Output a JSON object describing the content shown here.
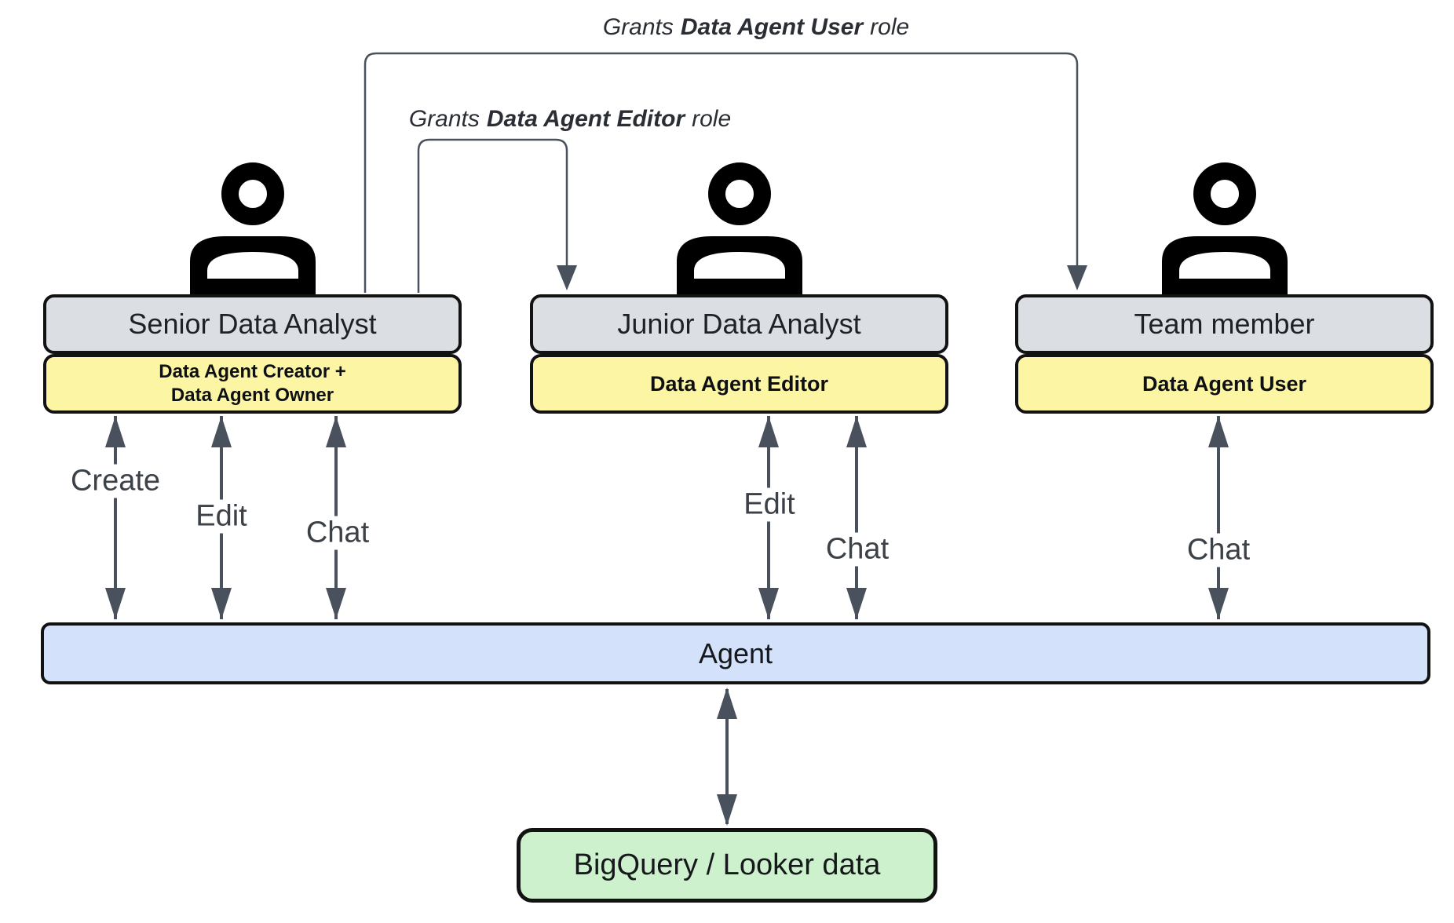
{
  "diagram": {
    "actors": [
      {
        "title": "Senior Data Analyst",
        "role_lines": [
          "Data Agent Creator +",
          "Data Agent Owner"
        ],
        "actions": [
          "Create",
          "Edit",
          "Chat"
        ]
      },
      {
        "title": "Junior Data Analyst",
        "role_lines": [
          "Data Agent Editor"
        ],
        "actions": [
          "Edit",
          "Chat"
        ]
      },
      {
        "title": "Team member",
        "role_lines": [
          "Data Agent User"
        ],
        "actions": [
          "Chat"
        ]
      }
    ],
    "grant_labels": [
      {
        "prefix": "Grants",
        "role": "Data Agent User",
        "suffix": "role"
      },
      {
        "prefix": "Grants",
        "role": "Data Agent Editor",
        "suffix": "role"
      }
    ],
    "agent": {
      "label": "Agent"
    },
    "data_source": {
      "label": "BigQuery / Looker data"
    },
    "colors": {
      "actor_box_fill": "#DBDEE2",
      "role_box_fill": "#FCF6A4",
      "agent_bar_fill": "#D3E1FA",
      "data_box_fill": "#CCF1CC",
      "box_border": "#121212",
      "arrow": "#49515D",
      "person_icon": "#000000"
    }
  }
}
